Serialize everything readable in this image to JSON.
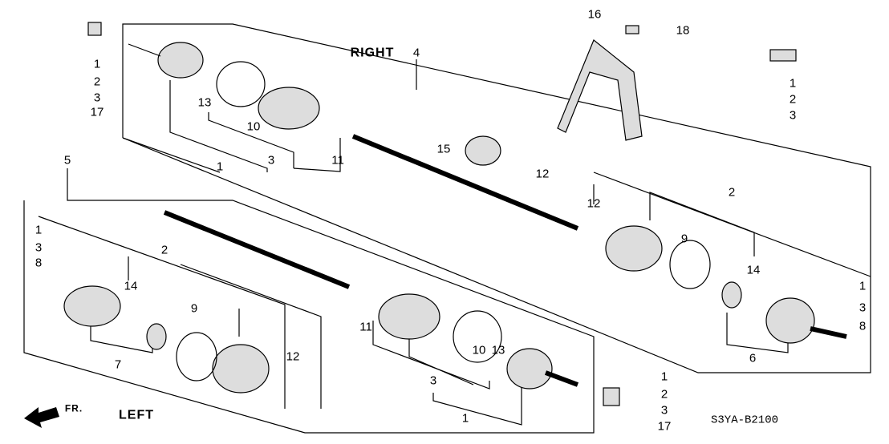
{
  "title_right": "RIGHT",
  "title_left": "LEFT",
  "front_arrow": "FR.",
  "diagram_code": "S3YA-B2100",
  "callouts": {
    "tl_nut": [
      "1",
      "2",
      "3",
      "17"
    ],
    "tr_grease": [
      "1",
      "2",
      "3"
    ],
    "bottom_nut": [
      "1",
      "2",
      "3",
      "17"
    ],
    "right_clip": [
      "1",
      "3",
      "8"
    ],
    "left_clip": [
      "1",
      "3",
      "8"
    ],
    "right_assembly": "4",
    "left_assembly": "5",
    "bracket": "16",
    "bolt": "18",
    "r_outer_set1": "1",
    "r_outer_set3": "3",
    "r_ring13": "13",
    "r_band10": "10",
    "r_band11": "11",
    "r_bearing15": "15",
    "r_clip12a": "12",
    "r_inner_set2": "2",
    "r_clip12b": "12",
    "r_band9": "9",
    "r_ring14": "14",
    "r_joint6": "6",
    "l_inner_set2": "2",
    "l_ring14": "14",
    "l_band9": "9",
    "l_joint7": "7",
    "l_clip12": "12",
    "l_band11": "11",
    "l_band10": "10",
    "l_ring13": "13",
    "l_outer_set3": "3",
    "l_outer_set1": "1"
  }
}
